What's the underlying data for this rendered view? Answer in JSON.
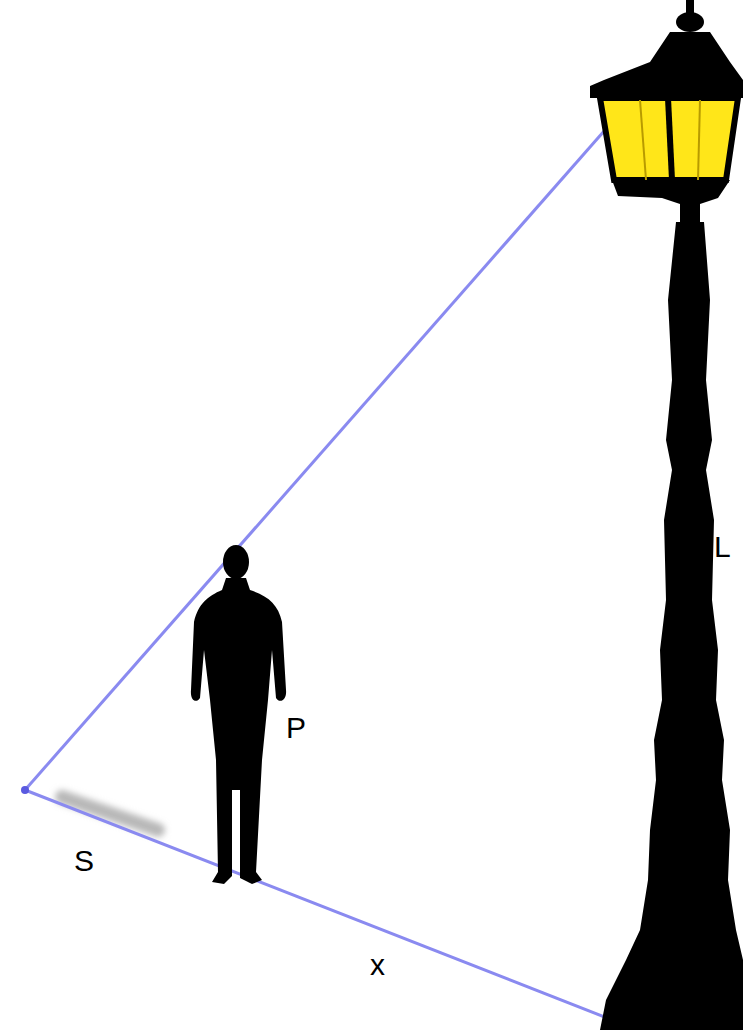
{
  "diagram": {
    "labels": [
      "L",
      "P",
      "S",
      "x"
    ]
  }
}
